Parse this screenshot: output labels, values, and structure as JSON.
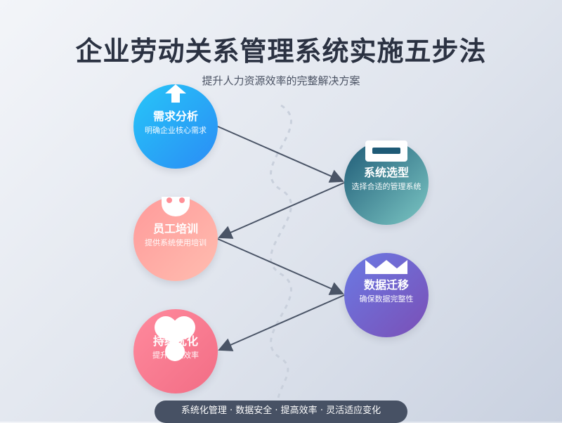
{
  "title": "企业劳动关系管理系统实施五步法",
  "subtitle": "提升人力资源效率的完整解决方案",
  "steps": [
    {
      "label": "需求分析",
      "desc": "明确企业核心需求",
      "icon": "upload-arrow-icon"
    },
    {
      "label": "系统选型",
      "desc": "选择合适的管理系统",
      "icon": "card-icon"
    },
    {
      "label": "员工培训",
      "desc": "提供系统使用培训",
      "icon": "face-icon"
    },
    {
      "label": "数据迁移",
      "desc": "确保数据完整性",
      "icon": "crown-icon"
    },
    {
      "label": "持续优化",
      "desc": "提升管理效率",
      "icon": "cloud-icon"
    }
  ],
  "footer": "系统化管理 · 数据安全 · 提高效率 · 灵活适应变化",
  "colors": {
    "title": "#2b3242",
    "arrow": "#4a5466",
    "footer_bg": "#475164",
    "step1": "#27c6f8",
    "step2": "#1e5a76",
    "step3": "#ff9a9a",
    "step4": "#6a7ae4",
    "step5": "#f26d85"
  }
}
